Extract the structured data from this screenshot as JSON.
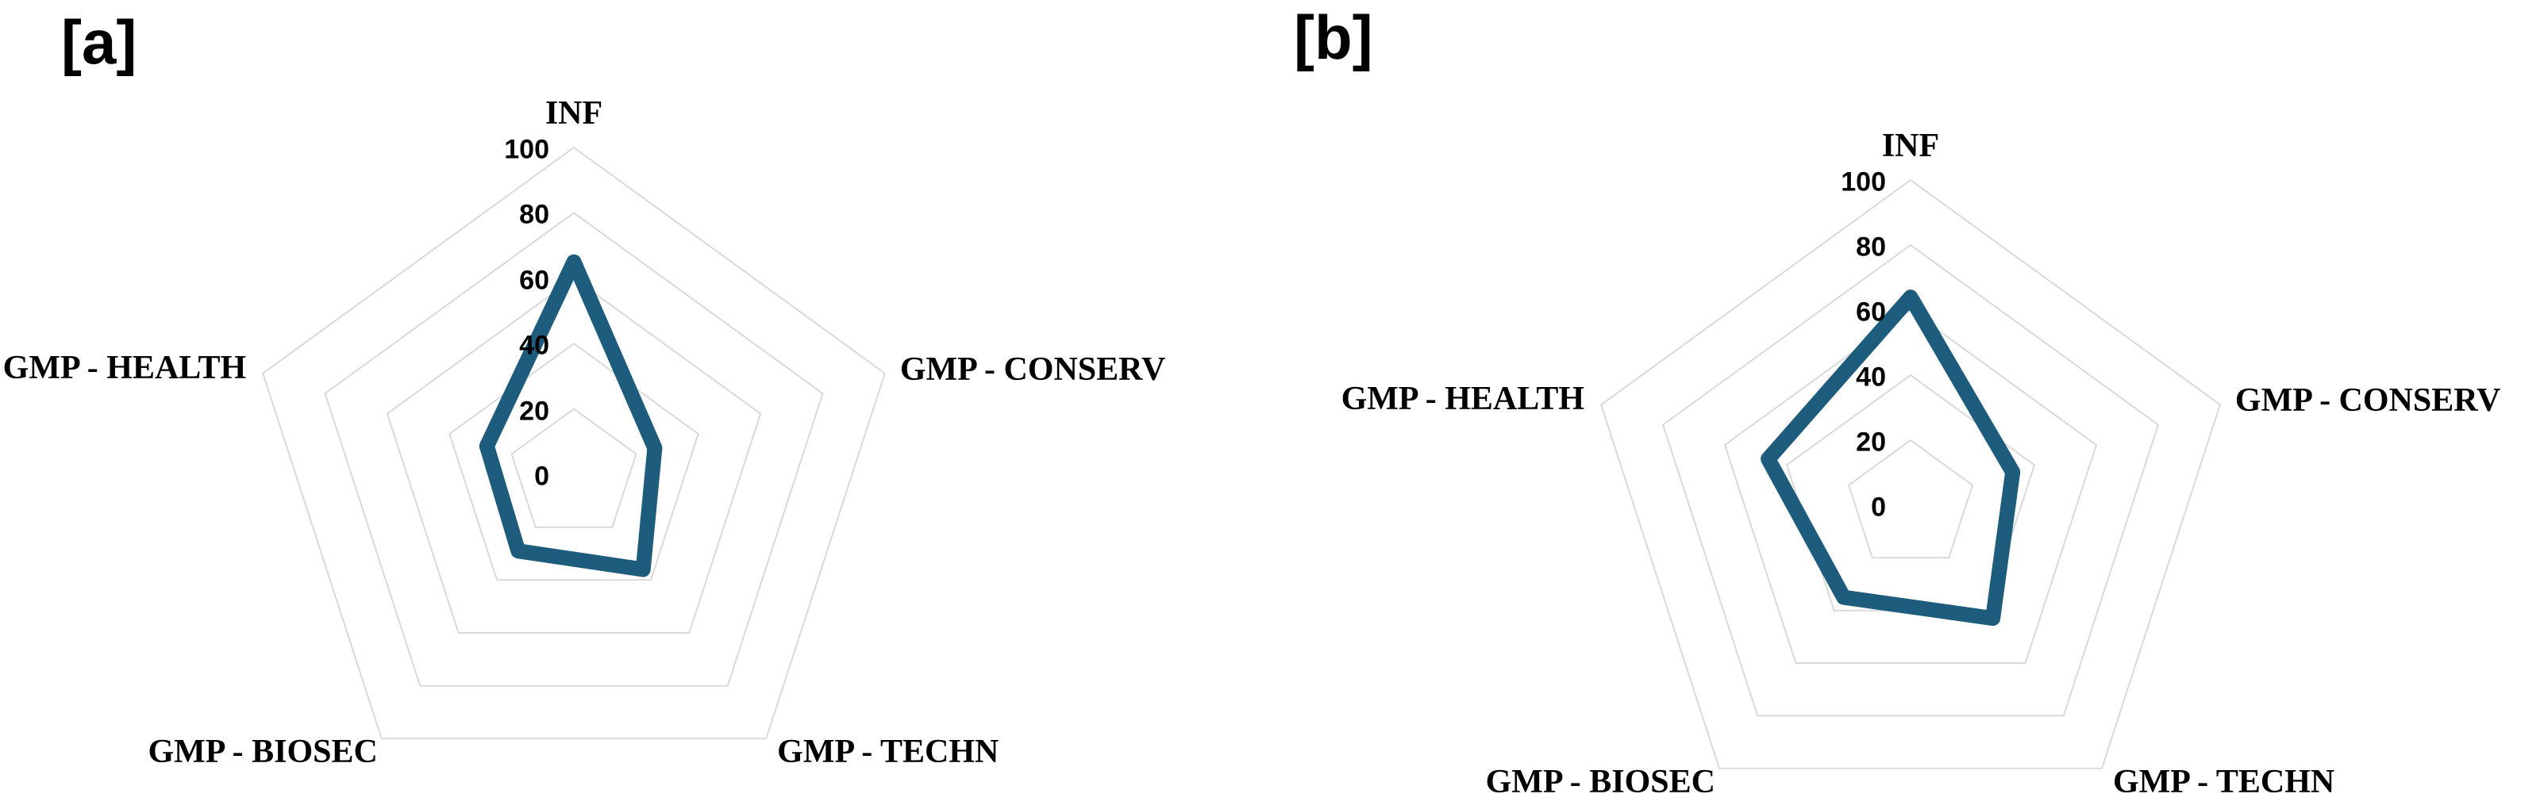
{
  "figure": {
    "background": "#ffffff"
  },
  "colors": {
    "series": "#1e5c7e",
    "grid": "#d9d9d9",
    "text": "#000000"
  },
  "panels": [
    {
      "label": "[a]"
    },
    {
      "label": "[b]"
    }
  ],
  "chart_data": [
    {
      "type": "radar",
      "title": "[a]",
      "categories": [
        "INF",
        "GMP - CONSERV",
        "GMP - TECHN",
        "GMP - BIOSEC",
        "GMP - HEALTH"
      ],
      "values": [
        65,
        26,
        36,
        29,
        28
      ],
      "ticks": [
        0,
        20,
        40,
        60,
        80,
        100
      ],
      "rlim": [
        0,
        100
      ],
      "grid": true,
      "legend": false,
      "series_color": "#1e5c7e",
      "grid_shape": "pentagon"
    },
    {
      "type": "radar",
      "title": "[b]",
      "categories": [
        "INF",
        "GMP - CONSERV",
        "GMP - TECHN",
        "GMP - BIOSEC",
        "GMP - HEALTH"
      ],
      "values": [
        64,
        33,
        43,
        35,
        46
      ],
      "ticks": [
        0,
        20,
        40,
        60,
        80,
        100
      ],
      "rlim": [
        0,
        100
      ],
      "grid": true,
      "legend": false,
      "series_color": "#1e5c7e",
      "grid_shape": "pentagon"
    }
  ]
}
